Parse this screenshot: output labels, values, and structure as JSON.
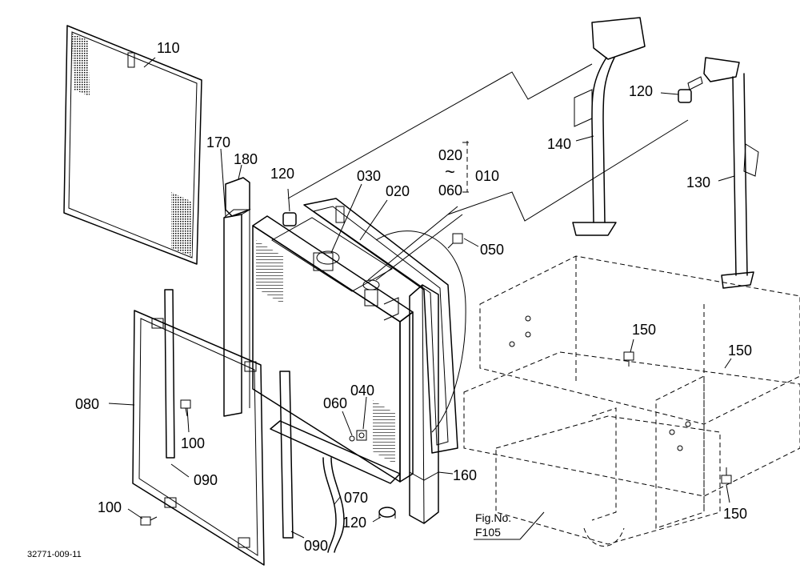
{
  "callouts": {
    "p110": "110",
    "p170": "170",
    "p180": "180",
    "p120a": "120",
    "p030": "030",
    "p020a": "020",
    "p020b": "020",
    "tilde": "~",
    "p060a": "060",
    "p010": "010",
    "p050": "050",
    "p140": "140",
    "p120b": "120",
    "p130": "130",
    "p150a": "150",
    "p150b": "150",
    "p150c": "150",
    "p080": "080",
    "p100a": "100",
    "p090a": "090",
    "p100b": "100",
    "p090b": "090",
    "p060b": "060",
    "p040": "040",
    "p070": "070",
    "p160": "160",
    "p120c": "120"
  },
  "reference": {
    "line1": "Fig.No.",
    "line2": "F105"
  },
  "drawing_code": "32771-009-11"
}
